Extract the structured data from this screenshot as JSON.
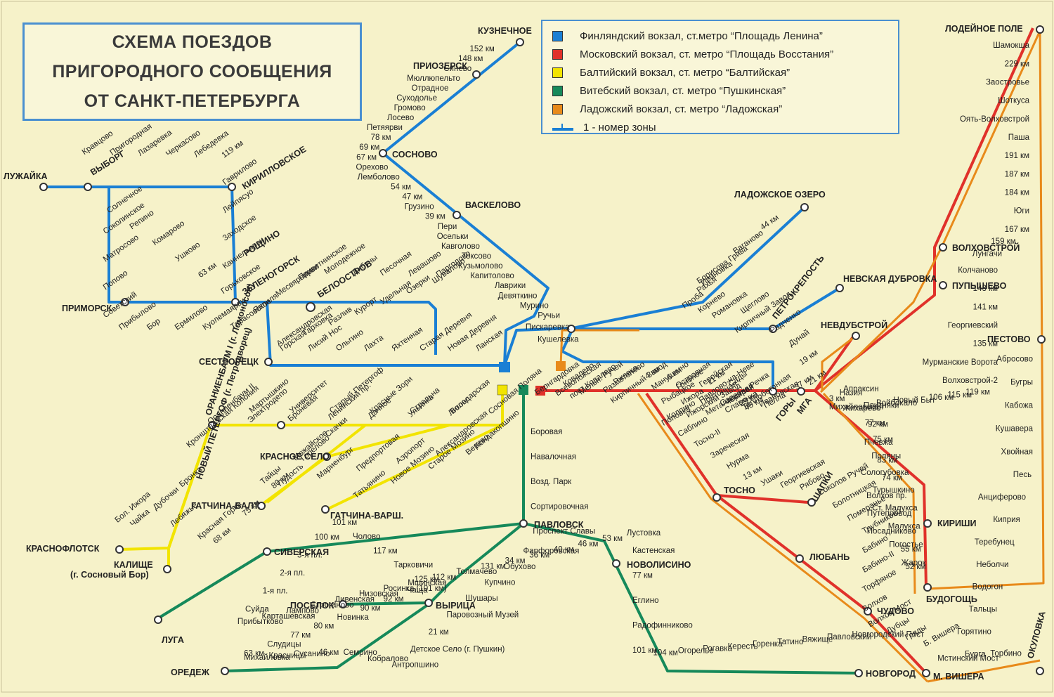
{
  "title": {
    "line1": "СХЕМА ПОЕЗДОВ",
    "line2": "ПРИГОРОДНОГО СООБЩЕНИЯ",
    "line3": "ОТ САНКТ-ПЕТЕРБУРГА"
  },
  "legend": [
    {
      "color": "#1a7fd4",
      "label": "Финляндский вокзал, ст.метро “Площадь Ленина”"
    },
    {
      "color": "#e0312a",
      "label": "Московский вокзал, ст. метро “Площадь Восстания”"
    },
    {
      "color": "#f2e400",
      "label": "Балтийский вокзал, ст. метро “Балтийская”"
    },
    {
      "color": "#16895a",
      "label": "Витебский вокзал, ст. метро “Пушкинская”"
    },
    {
      "color": "#e88a1a",
      "label": "Ладожский вокзал, ст. метро “Ладожская”"
    }
  ],
  "legend_zone": {
    "zone": "1",
    "label": "1 - номер зоны"
  },
  "stations_bold": [
    "КУЗНЕЧНОЕ",
    "ПРИОЗЕРСК",
    "СОСНОВО",
    "ВАСКЕЛОВО",
    "ЛУЖАЙКА",
    "ВЫБОРГ",
    "КИРИЛЛОВСКОЕ",
    "РОЩИНО",
    "ЗЕЛЕНОГОРСК",
    "БЕЛООСТРОВ",
    "ПРИМОРСК",
    "СЕСТРОРЕЦК",
    "ЛАДОЖСКОЕ ОЗЕРО",
    "ПЕТРОКРЕПОСТЬ",
    "НЕВСКАЯ ДУБРОВКА",
    "НЕВДУБСТРОЙ",
    "МГА",
    "ГОРЫ",
    "ЛОДЕЙНОЕ ПОЛЕ",
    "ВОЛХОВСТРОЙ",
    "ПУПЫШЕВО",
    "КИРИШИ",
    "БУДОГОЩЬ",
    "ПЕСТОВО",
    "ОКУЛОВКА",
    "ОРАНИЕНБАУМ I (г. Ломоносов)",
    "НОВЫЙ ПЕТЕРГОФ (г. Петродворец)",
    "КРАСНОЕ СЕЛО",
    "ГАТЧИНА-БАЛТ.",
    "ГАТЧИНА-ВАРШ.",
    "КРАСНОФЛОТСК",
    "КАЛИЩЕ",
    "(г. Сосновый Бор)",
    "СИВЕРСКАЯ",
    "ЛУГА",
    "ПАВЛОВСК",
    "ПОСЕЛОК",
    "ВЫРИЦА",
    "ОРЕДЕЖ",
    "НОВОЛИСИНО",
    "ТОСНО",
    "ШАПКИ",
    "ЛЮБАНЬ",
    "ЧУДОВО",
    "НОВГОРОД",
    "М. ВИШЕРА"
  ],
  "lines": {
    "finland_north": [
      "152 км",
      "148 км",
      "Синево",
      "Мюллюпельто",
      "Отрадное",
      "Суходолье",
      "Громово",
      "Лосево",
      "Петяярви",
      "78 км",
      "69 км",
      "67 км",
      "Орехово",
      "Лемболово",
      "54 км",
      "47 км",
      "Грузино",
      "39 км",
      "Пери",
      "Осельки",
      "Кавголово",
      "Токсово",
      "Кузьмолово",
      "Капитолово",
      "Лаврики",
      "Девяткино",
      "Мурино",
      "Ручьи",
      "Пискаревка",
      "Кушелевка"
    ],
    "finland_vyborg": [
      "Кравцово",
      "Пригородная",
      "Лазаревка",
      "Черкасово",
      "Лебедевка",
      "119 км",
      "Гаврилово",
      "Лейпясуо",
      "Заходское",
      "Каннельярви",
      "Горьковское",
      "63 км",
      "Ушково",
      "Комарово",
      "Репино",
      "Солнечное",
      "Соколинское",
      "Матросово",
      "Попово",
      "Советский",
      "Прибылово",
      "Бор",
      "Ермилово",
      "Куолемаярви",
      "Тарасовское",
      "Яппиля",
      "Месвярвирви",
      "Приветнинское",
      "Молодежное",
      "Дибуны",
      "Песочная",
      "Левашово",
      "Парголово",
      "Шувалово",
      "Озерки",
      "Удельная",
      "Курорт",
      "Разлив",
      "Тарховка",
      "Александровская",
      "Горская",
      "Лисий Нос",
      "Ольгино",
      "Лахта",
      "Яхтенная",
      "Старая Деревня",
      "Новая Деревня",
      "Ланская"
    ],
    "finland_east": [
      "44 км",
      "Ваганово",
      "Борисова Грива",
      "Ириновка",
      "Рахья",
      "Проба",
      "Корнево",
      "Романовка",
      "Щеглово",
      "Кирпичный Завод",
      "Радченко",
      "Дунай",
      "19 км",
      "21 км",
      "37 км",
      "Теплобетонная",
      "Черная Речка",
      "Сады",
      "11 км",
      "Грибное",
      "6 км",
      "4 км",
      "Ржевка",
      "пост Ковалево",
      "Ковалево",
      "Бернгардовка",
      "Всеволожская",
      "Мельн. Ручей",
      "Разметелево",
      "Кирпичный Завод",
      "Манушкино",
      "Островная",
      "Геройская",
      "Павлово-на-Неве"
    ],
    "moscow": [
      "Рыбацкое",
      "Ижора",
      "Понтонная",
      "Саперная",
      "29 км",
      "Ивановская",
      "Пелла",
      "45 км",
      "Славянка",
      "Металлострой",
      "Ижорский Завод",
      "Колпино",
      "Поповка",
      "Саблино",
      "Тосно-II",
      "Заречеcкая",
      "Нурма",
      "13 км",
      "Ушаки",
      "Георгиевская",
      "Рябово",
      "Соколов Ручей",
      "Болотницкая",
      "Померанье",
      "Трубниково",
      "Бабино",
      "Бабино-II",
      "Торфяное",
      "Волхов",
      "Волхов Мост",
      "Дубцы",
      "Гряды",
      "Б. Вишера"
    ],
    "moscow_north": [
      "Шамокша",
      "229 км",
      "Заостровье",
      "Шоткуса",
      "Оять-Волховстрой",
      "Паша",
      "191 км",
      "187 км",
      "184 км",
      "Юги",
      "167 км",
      "159 км",
      "Лунгачи",
      "Колчаново",
      "143 км",
      "141 км",
      "Георгиевский",
      "135 км",
      "Мурманские Ворота",
      "Волховстрой-2",
      "119 км",
      "115 км",
      "106 км",
      "Новый Быт",
      "Войбокало",
      "Плитняки",
      "Жихарево",
      "77 км",
      "75 км",
      "Поляны",
      "Сологубовка",
      "Турышкино",
      "Ст. Малукса",
      "Малукса",
      "Погостье",
      "Жарок",
      "52 км",
      "55 км",
      "Посадниково",
      "Путепровод",
      "Волхов пр.",
      "74 км",
      "83 км",
      "Пчевжа",
      "92 км",
      "Михайловская",
      "Апраксин",
      "Назия",
      "3 км"
    ],
    "pestovo": [
      "Абросово",
      "Бугры",
      "Кабожа",
      "Кушавера",
      "Хвойная",
      "Песь",
      "Анциферово",
      "Киприя",
      "Теребунец",
      "Неболчи",
      "Водогон",
      "Тальцы",
      "Горятино",
      "Бурга",
      "Мстинский Мост",
      "Торбино"
    ],
    "baltic": [
      "Мартышкино",
      "Университет",
      "Старый Петергоф",
      "Красные Зори",
      "Стрельна",
      "Володарская",
      "Сосновая Поляна",
      "Лигово",
      "Ульянка",
      "Дачное",
      "Ленинский пр.",
      "Броневая",
      "Электродепо",
      "Ораниенбаум II",
      "Кронштадтская Колония",
      "Бронка",
      "Дубочки",
      "Бол. Ижора",
      "Чайка",
      "Лебяжье",
      "Красная Горка",
      "68 км",
      "75 км",
      "80 км",
      "Горелово",
      "Скачки",
      "Можайское",
      "Тайцы",
      "Пудость",
      "Мариенбург",
      "Предпортовая",
      "Аэропорт",
      "Александровская",
      "Кондакопшино",
      "Верево",
      "Старое Мозино",
      "Новое Мозино",
      "Татьянино"
    ],
    "vitebsk": [
      "Боровая",
      "Навалочная",
      "Возд. Парк",
      "Сортировочная",
      "Проспект Славы",
      "Фарфоровская",
      "Обухово",
      "Купчино",
      "Шушары",
      "Паровозный Музей",
      "21 км",
      "Детское Село (г. Пушкин)",
      "Антропшино",
      "Кобралово",
      "Семрино",
      "46 км",
      "Сусанино",
      "Красницы",
      "Михайловка",
      "63 км",
      "Слудицы",
      "77 км",
      "80 км",
      "Новинка",
      "90 км",
      "92 км",
      "Чаща",
      "125 км",
      "Тарковичи",
      "117 км",
      "Чолово",
      "101 км",
      "100 км",
      "3-я пл.",
      "2-я пл.",
      "1-я пл.",
      "Суйда",
      "Прибытково",
      "Карташевская",
      "Лампово",
      "Строганово",
      "Дивенская",
      "Низовская",
      "Росинка (101 км)",
      "Мшинская",
      "112 км",
      "Толмачево",
      "131 км",
      "34 км",
      "36 км",
      "40 км",
      "46 км",
      "53 км",
      "Лустовка",
      "Кастенская",
      "77 км",
      "Еглино",
      "Радофинниково",
      "101 км",
      "104 км",
      "Огорелье",
      "Рогавка",
      "Кересть",
      "Горенка",
      "Татино",
      "Вяжище",
      "Павловский",
      "Новгородский Пост"
    ]
  }
}
